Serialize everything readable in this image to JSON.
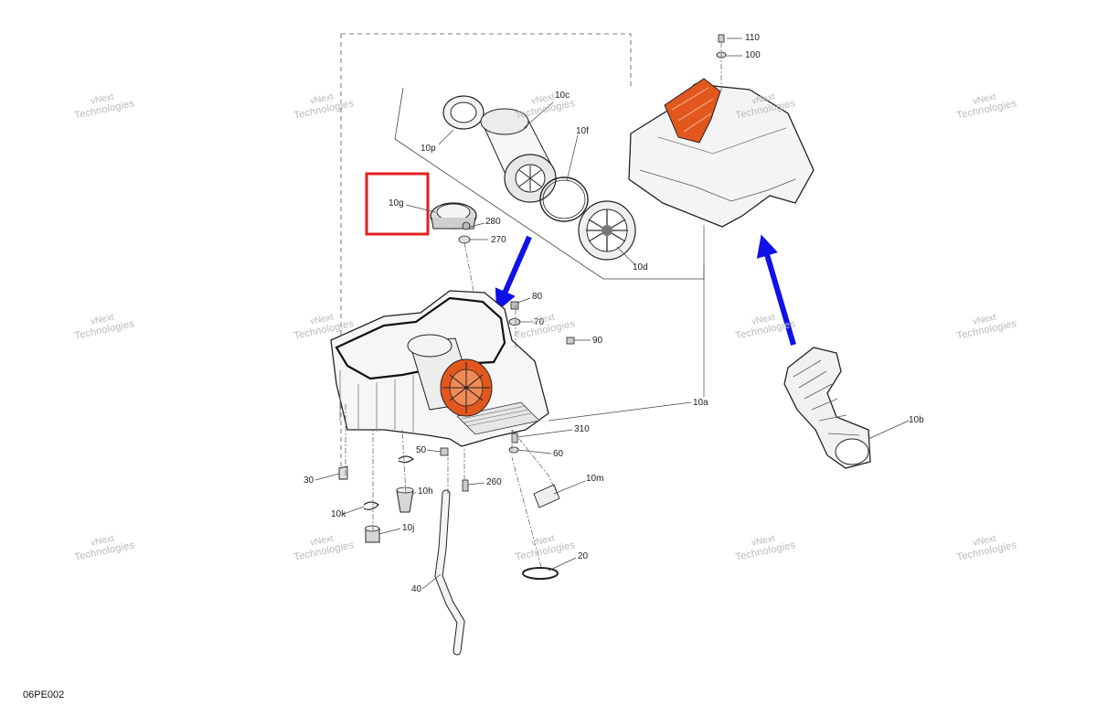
{
  "diagram_code": "06PE002",
  "watermark": {
    "line1": "vNext",
    "line2": "Technologies",
    "small": "vNext Technologies"
  },
  "highlight_color": "#e0201f",
  "arrow_color": "#1010e8",
  "accent_part_color": "#e2571e",
  "callouts": [
    {
      "id": "110",
      "text": "110"
    },
    {
      "id": "100",
      "text": "100"
    },
    {
      "id": "10c",
      "text": "10c"
    },
    {
      "id": "10f",
      "text": "10f"
    },
    {
      "id": "10p",
      "text": "10p"
    },
    {
      "id": "10g",
      "text": "10g"
    },
    {
      "id": "280",
      "text": "280"
    },
    {
      "id": "270",
      "text": "270"
    },
    {
      "id": "10d",
      "text": "10d"
    },
    {
      "id": "80",
      "text": "80"
    },
    {
      "id": "70",
      "text": "70"
    },
    {
      "id": "90",
      "text": "90"
    },
    {
      "id": "10a",
      "text": "10a"
    },
    {
      "id": "10b",
      "text": "10b"
    },
    {
      "id": "310",
      "text": "310"
    },
    {
      "id": "50",
      "text": "50"
    },
    {
      "id": "60",
      "text": "60"
    },
    {
      "id": "30",
      "text": "30"
    },
    {
      "id": "260",
      "text": "260"
    },
    {
      "id": "10m",
      "text": "10m"
    },
    {
      "id": "10h",
      "text": "10h"
    },
    {
      "id": "10k",
      "text": "10k"
    },
    {
      "id": "10j",
      "text": "10j"
    },
    {
      "id": "20",
      "text": "20"
    },
    {
      "id": "40",
      "text": "40"
    }
  ]
}
